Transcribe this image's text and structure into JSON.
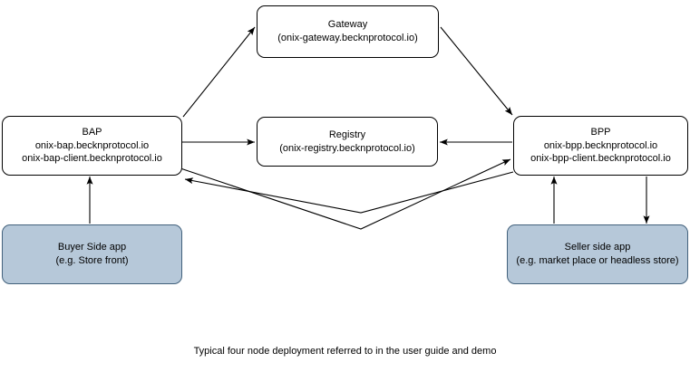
{
  "diagram": {
    "caption": "Typical four node deployment referred to in the user guide and demo",
    "colors": {
      "node_fill": "#ffffff",
      "node_stroke": "#000000",
      "app_fill": "#b6c8d9",
      "app_stroke": "#42617c",
      "edge_stroke": "#000000",
      "text": "#000000"
    },
    "nodes": [
      {
        "id": "gateway",
        "title": "Gateway",
        "subtitle": "(onix-gateway.becknprotocol.io)",
        "style": "white"
      },
      {
        "id": "bap",
        "title": "BAP",
        "line2": "onix-bap.becknprotocol.io",
        "line3": "onix-bap-client.becknprotocol.io",
        "style": "white"
      },
      {
        "id": "registry",
        "title": "Registry",
        "subtitle": "(onix-registry.becknprotocol.io)",
        "style": "white"
      },
      {
        "id": "bpp",
        "title": "BPP",
        "line2": "onix-bpp.becknprotocol.io",
        "line3": "onix-bpp-client.becknprotocol.io",
        "style": "white"
      },
      {
        "id": "buyer",
        "title": "Buyer Side app",
        "subtitle": "(e.g. Store front)",
        "style": "blue"
      },
      {
        "id": "seller",
        "title": "Seller side app",
        "subtitle": "(e.g. market place or headless store)",
        "style": "blue"
      }
    ],
    "edges": [
      {
        "id": "bap-to-gateway",
        "from": "bap",
        "to": "gateway",
        "label": ""
      },
      {
        "id": "gateway-to-bpp",
        "from": "gateway",
        "to": "bpp",
        "label": ""
      },
      {
        "id": "bap-to-registry",
        "from": "bap",
        "to": "registry",
        "label": ""
      },
      {
        "id": "bpp-to-registry",
        "from": "bpp",
        "to": "registry",
        "label": ""
      },
      {
        "id": "bap-to-bpp",
        "from": "bap",
        "to": "bpp",
        "label": ""
      },
      {
        "id": "bpp-to-bap",
        "from": "bpp",
        "to": "bap",
        "label": ""
      },
      {
        "id": "buyer-to-bap",
        "from": "buyer",
        "to": "bap",
        "label": ""
      },
      {
        "id": "seller-to-bpp",
        "from": "seller",
        "to": "bpp",
        "label": ""
      },
      {
        "id": "bpp-to-seller",
        "from": "bpp",
        "to": "seller",
        "label": ""
      }
    ]
  }
}
